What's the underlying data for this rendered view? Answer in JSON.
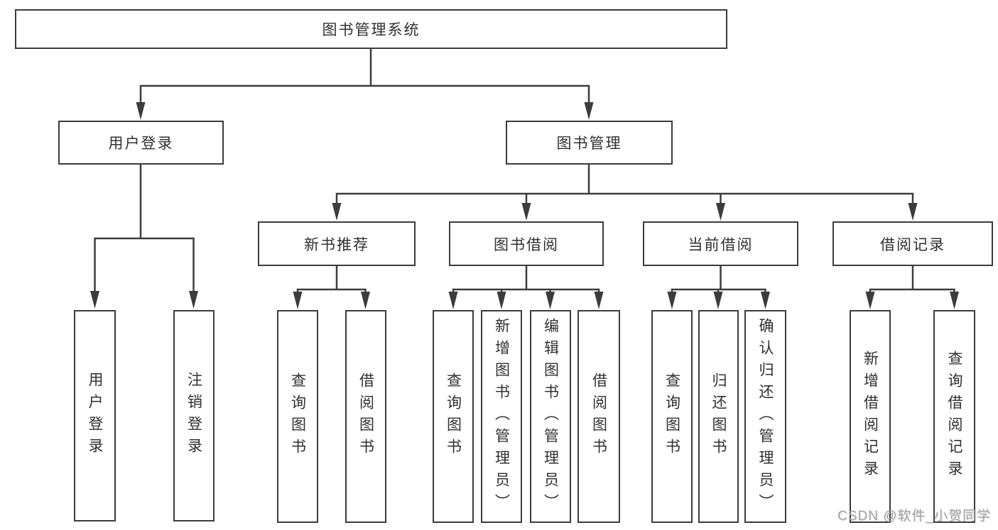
{
  "diagram": {
    "root": {
      "label": "图书管理系统"
    },
    "branches": [
      {
        "label": "用户登录"
      },
      {
        "label": "图书管理"
      }
    ],
    "modules": [
      {
        "label": "新书推荐"
      },
      {
        "label": "图书借阅"
      },
      {
        "label": "当前借阅"
      },
      {
        "label": "借阅记录"
      }
    ],
    "leaves": [
      {
        "label": "用户登录"
      },
      {
        "label": "注销登录"
      },
      {
        "label": "查询图书"
      },
      {
        "label": "借阅图书"
      },
      {
        "label": "查询图书"
      },
      {
        "label": "新增图书（管理员）"
      },
      {
        "label": "编辑图书（管理员）"
      },
      {
        "label": "借阅图书"
      },
      {
        "label": "查询图书"
      },
      {
        "label": "归还图书"
      },
      {
        "label": "确认归还（管理员）"
      },
      {
        "label": "新增借阅记录"
      },
      {
        "label": "查询借阅记录"
      }
    ],
    "watermark": "CSDN @软件_小贺同学",
    "colors": {
      "line": "#3c3c3c",
      "text": "#303030",
      "background": "#ffffff",
      "watermark": "#9ea0a4"
    }
  }
}
